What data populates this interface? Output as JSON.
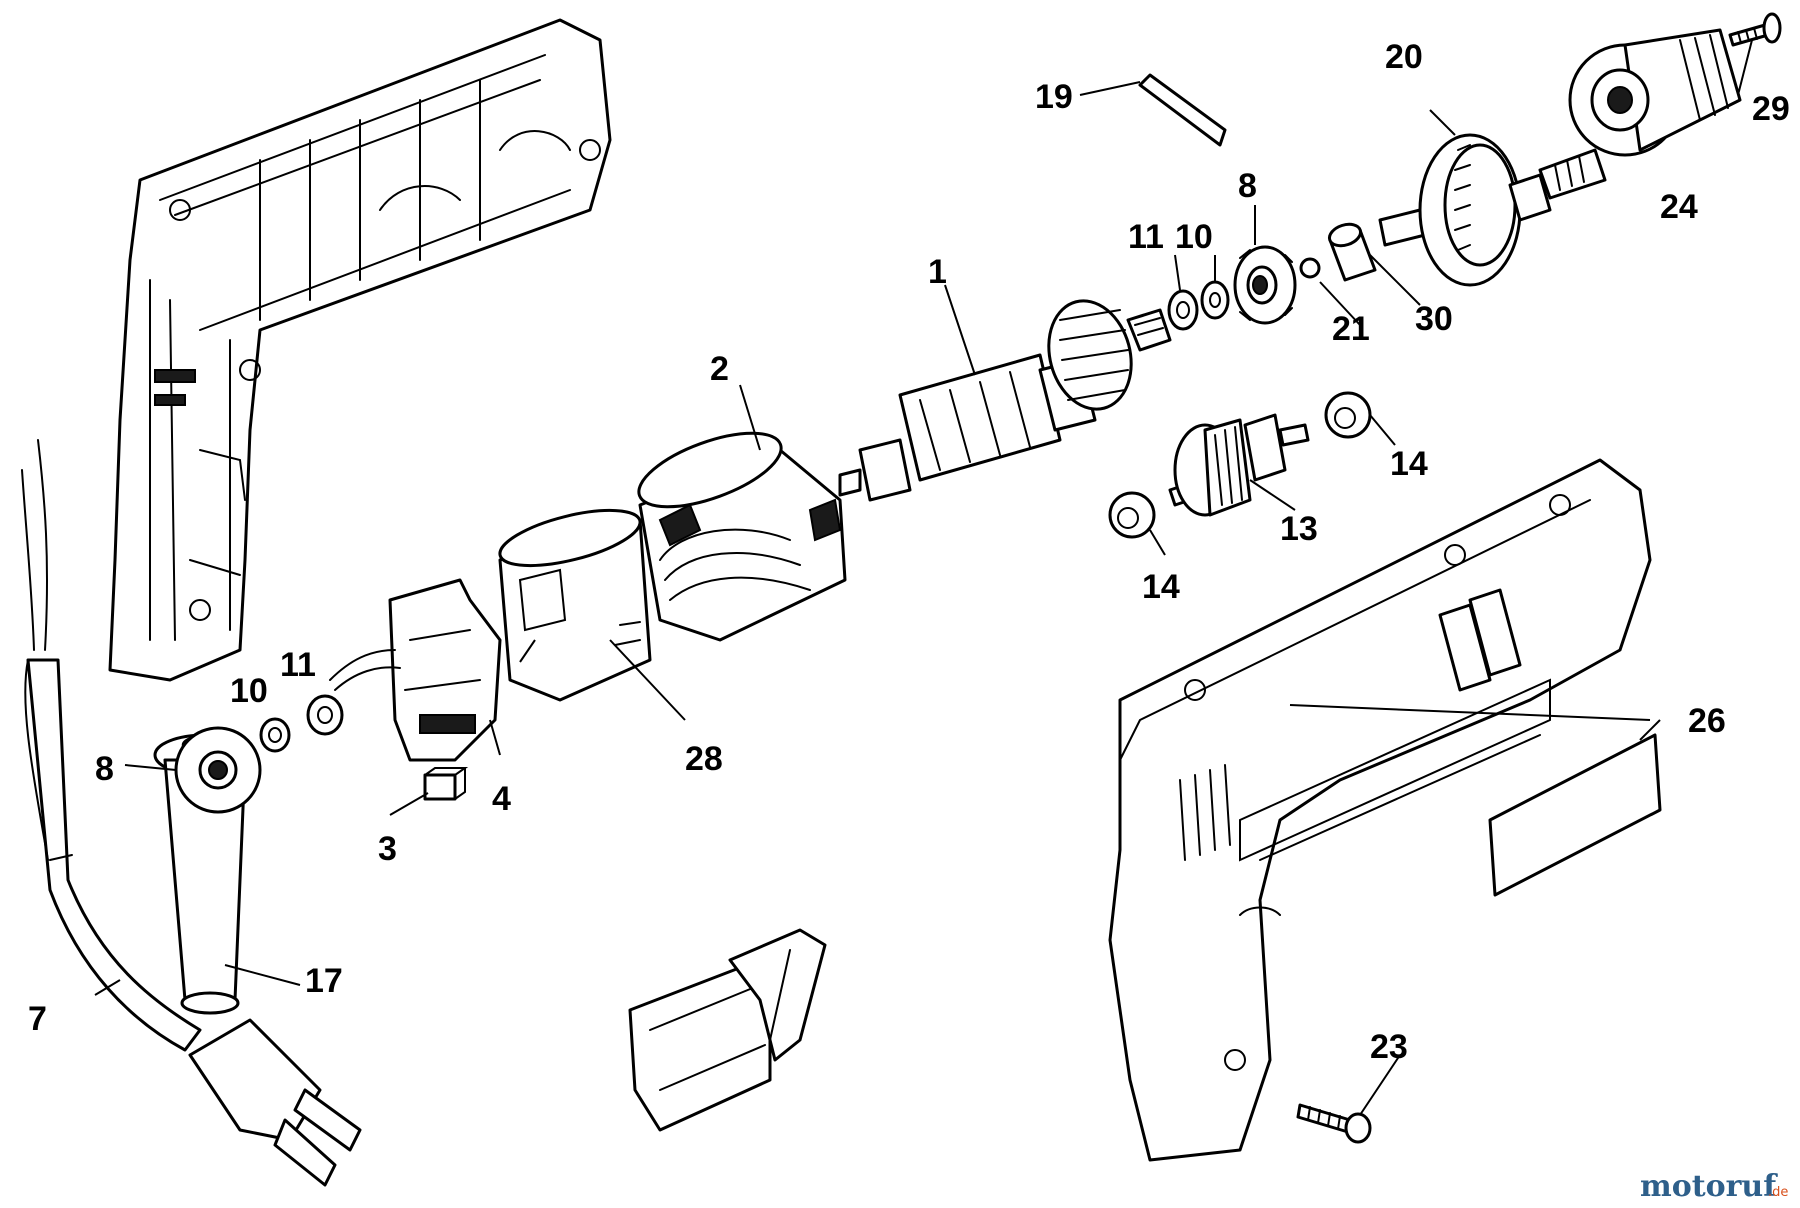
{
  "diagram": {
    "callouts": [
      "1",
      "2",
      "3",
      "4",
      "7",
      "8",
      "8",
      "10",
      "10",
      "11",
      "11",
      "13",
      "14",
      "14",
      "17",
      "19",
      "20",
      "21",
      "23",
      "24",
      "26",
      "28",
      "29",
      "30"
    ],
    "watermark": {
      "brand": "motoruf",
      "tld": ".de",
      "color_brand": "#2e5f8a",
      "color_accent": "#d8511d"
    },
    "icons": [
      "housing-half-left",
      "cord",
      "plug",
      "strain-relief",
      "brush-holder",
      "carbon-brush",
      "field-stator",
      "stator-sleeve",
      "armature",
      "bearing",
      "washer",
      "fan-baffle",
      "intermediate-gear",
      "spindle-gear",
      "chuck",
      "chuck-screw",
      "key",
      "housing-half-right",
      "switch-trigger",
      "housing-screw",
      "label-plate"
    ]
  }
}
